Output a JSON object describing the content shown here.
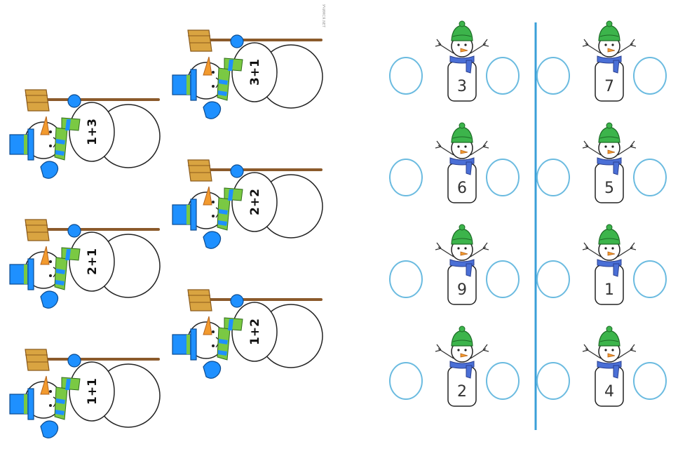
{
  "brand": {
    "watermark": "УЧИМСЯ.NET"
  },
  "colors": {
    "hat_blue": "#1e90ff",
    "scarf_green": "#7ac943",
    "broom_brown": "#8b5a2b",
    "straw": "#d9a441",
    "hat_green": "#3cb44b",
    "scarf_blue": "#4a6fd6",
    "circle_blue": "#6bbbe0",
    "divider": "#3a9fd8"
  },
  "left_snowmen": [
    {
      "expr": "1+3"
    },
    {
      "expr": "2+1"
    },
    {
      "expr": "1+1"
    },
    {
      "expr": "3+1"
    },
    {
      "expr": "2+2"
    },
    {
      "expr": "1+2"
    }
  ],
  "right_snowmen": [
    {
      "number": "3"
    },
    {
      "number": "6"
    },
    {
      "number": "9"
    },
    {
      "number": "2"
    },
    {
      "number": "7"
    },
    {
      "number": "5"
    },
    {
      "number": "1"
    },
    {
      "number": "4"
    }
  ]
}
